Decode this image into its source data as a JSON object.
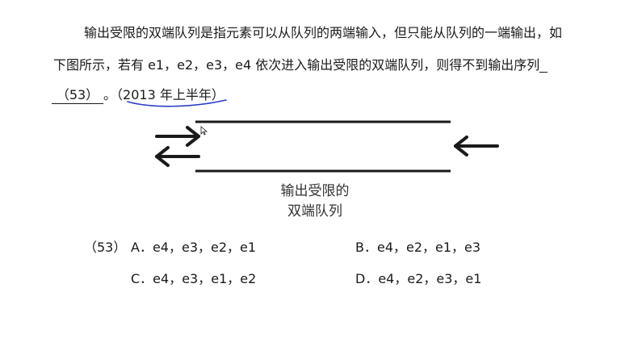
{
  "question": {
    "line1": "输出受限的双端队列是指元素可以从队列的两端输入，但只能从队列的一端输出，如",
    "line2": "下图所示，若有 e1，e2，e3，e4 依次进入输出受限的双端队列，则得不到输出序列",
    "blank_label": "（53）",
    "period": "。",
    "source_open": "（",
    "source": "2013 年上半年",
    "source_close": "）"
  },
  "diagram": {
    "caption_line1": "输出受限的",
    "caption_line2": "双端队列"
  },
  "options": {
    "number": "（53）",
    "a": "A．e4，e3，e2，e1",
    "b": "B．e4，e2，e1，e3",
    "c": "C．e4，e3，e1，e2",
    "d": "D．e4，e2，e3，e1"
  },
  "colors": {
    "annotation_underline": "#2b3fc8"
  }
}
